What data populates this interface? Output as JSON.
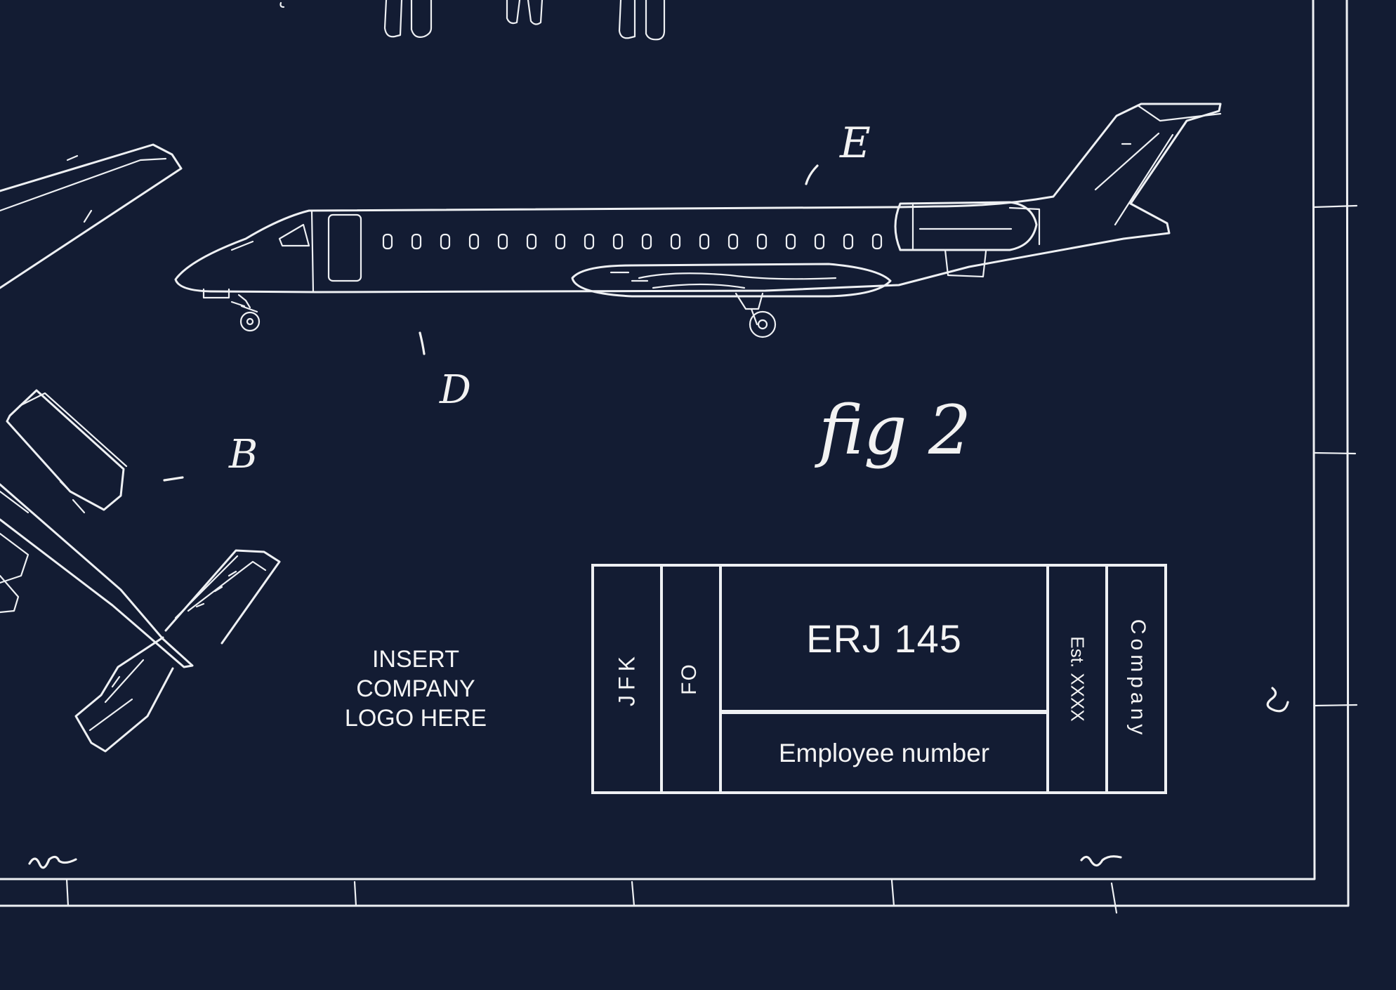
{
  "sheet": {
    "figure_label": "fig 2",
    "callouts": {
      "e": "E",
      "d": "D",
      "b": "B"
    }
  },
  "logo_placeholder": {
    "line1": "INSERT",
    "line2": "COMPANY",
    "line3": "LOGO HERE"
  },
  "title_block": {
    "location": "JFK",
    "rank": "FO",
    "aircraft": "ERJ 145",
    "employee_number_label": "Employee number",
    "established": "Est. XXXX",
    "company": "Company"
  },
  "colors": {
    "background": "#131c33",
    "linework": "#eef0f3"
  }
}
